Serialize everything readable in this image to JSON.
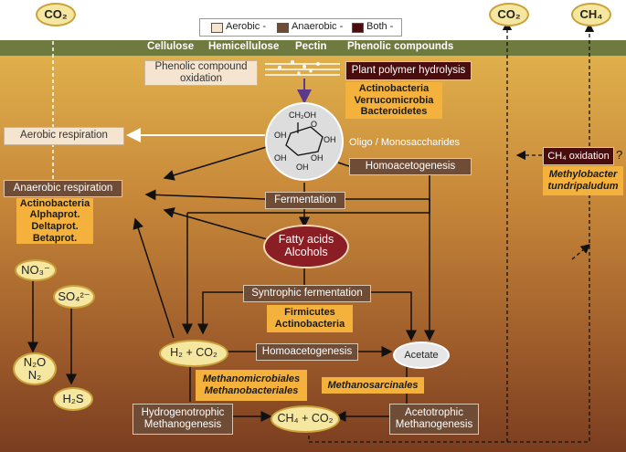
{
  "legend": {
    "aerobic": "Aerobic -",
    "anaerobic": "Anaerobic -",
    "both": "Both -"
  },
  "substrates": {
    "cellulose": "Cellulose",
    "hemicellulose": "Hemicellulose",
    "pectin": "Pectin",
    "phenolic": "Phenolic compounds"
  },
  "gases": {
    "co2_left": "CO₂",
    "co2_right": "CO₂",
    "ch4": "CH₄"
  },
  "processes": {
    "phenolic_oxidation": "Phenolic compound oxidation",
    "plant_polymer": "Plant polymer hydrolysis",
    "aerobic_respiration": "Aerobic respiration",
    "anaerobic_respiration": "Anaerobic respiration",
    "oligo": "Oligo / Monosaccharides",
    "homoacetogenesis_top": "Homoacetogenesis",
    "fermentation": "Fermentation",
    "syntrophic": "Syntrophic fermentation",
    "homoacetogenesis_mid": "Homoacetogenesis",
    "hydrogenotrophic": "Hydrogenotrophic Methanogenesis",
    "acetotrophic": "Acetotrophic Methanogenesis",
    "ch4_oxidation": "CH₄ oxidation"
  },
  "taxa": {
    "hydrolysis": [
      "Actinobacteria",
      "Verrucomicrobia",
      "Bacteroidetes"
    ],
    "anaerobic": [
      "Actinobacteria",
      "Alphaprot.",
      "Deltaprot.",
      "Betaprot."
    ],
    "syntrophic": [
      "Firmicutes",
      "Actinobacteria"
    ],
    "methanomicrobiales": [
      "Methanomicrobiales",
      "Methanobacteriales"
    ],
    "methanosarcinales": "Methanosarcinales",
    "methylobacter": [
      "Methylobacter",
      "tundripaludum"
    ]
  },
  "nodes": {
    "fatty": "Fatty acids",
    "alcohols": "Alcohols",
    "h2co2": "H₂ + CO₂",
    "acetate": "Acetate",
    "ch4co2": "CH₄ + CO₂",
    "question": "?"
  },
  "glucose": {
    "ch2oh": "CH₂OH",
    "o": "O",
    "oh": "OH"
  },
  "ions": {
    "no3": "NO₃⁻",
    "so4": "SO₄²⁻",
    "n2o": "N₂O",
    "n2": "N₂",
    "h2s": "H₂S"
  }
}
